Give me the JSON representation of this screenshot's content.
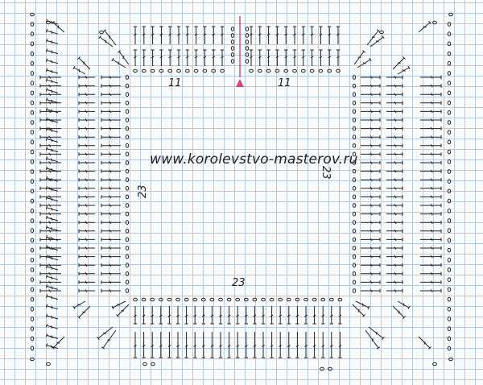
{
  "watermark": "www.korolevstvo-masterov.ru",
  "stitch_counts": {
    "top_left": "11",
    "top_right": "11",
    "left": "23",
    "right": "23",
    "bottom": "23"
  },
  "colors": {
    "ink": "#222222",
    "start_marker": "#d2457a",
    "grid": "#b9c9dc"
  },
  "symbols": [
    "chain-stitch",
    "double-crochet",
    "half-double-crochet",
    "start-arrow"
  ]
}
